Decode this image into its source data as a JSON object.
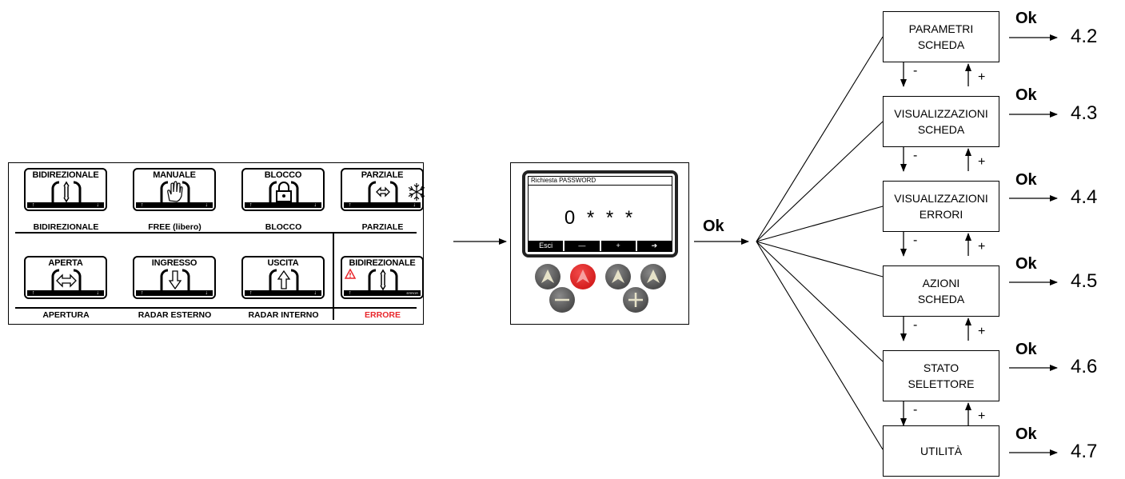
{
  "modes": [
    {
      "display": "BIDIREZIONALE",
      "label": "BIDIREZIONALE",
      "icon": "bidirectional-arrows-icon"
    },
    {
      "display": "MANUALE",
      "label": "FREE (libero)",
      "icon": "hand-icon"
    },
    {
      "display": "BLOCCO",
      "label": "BLOCCO",
      "icon": "padlock-icon"
    },
    {
      "display": "PARZIALE",
      "label": "PARZIALE",
      "icon": "partial-arrows-snowflake-icon"
    },
    {
      "display": "APERTA",
      "label": "APERTURA",
      "icon": "open-arrows-icon"
    },
    {
      "display": "INGRESSO",
      "label": "RADAR ESTERNO",
      "icon": "down-arrow-icon"
    },
    {
      "display": "USCITA",
      "label": "RADAR INTERNO",
      "icon": "up-arrow-icon"
    },
    {
      "display": "BIDIREZIONALE",
      "label": "ERRORE",
      "icon": "warning-bidirectional-icon",
      "error_tag": "ERROR"
    }
  ],
  "keypad": {
    "screen_title": "Richiesta PASSWORD",
    "screen_value": "0 * * *",
    "softkeys": [
      "Esci",
      "—",
      "+",
      "➔"
    ]
  },
  "ok_center": "Ok",
  "menu": [
    {
      "line1": "PARAMETRI",
      "line2": "SCHEDA",
      "ok": "Ok",
      "ref": "4.2"
    },
    {
      "line1": "VISUALIZZAZIONI",
      "line2": "SCHEDA",
      "ok": "Ok",
      "ref": "4.3"
    },
    {
      "line1": "VISUALIZZAZIONI",
      "line2": "ERRORI",
      "ok": "Ok",
      "ref": "4.4"
    },
    {
      "line1": "AZIONI",
      "line2": "SCHEDA",
      "ok": "Ok",
      "ref": "4.5"
    },
    {
      "line1": "STATO",
      "line2": "SELETTORE",
      "ok": "Ok",
      "ref": "4.6"
    },
    {
      "line1": "UTILITÀ",
      "line2": "",
      "ok": "Ok",
      "ref": "4.7"
    }
  ],
  "nav": {
    "minus": "-",
    "plus": "+"
  },
  "colors": {
    "error": "#e8262b",
    "knob_red": "#d51f1f",
    "knob_grey": "#5a5a5a"
  }
}
